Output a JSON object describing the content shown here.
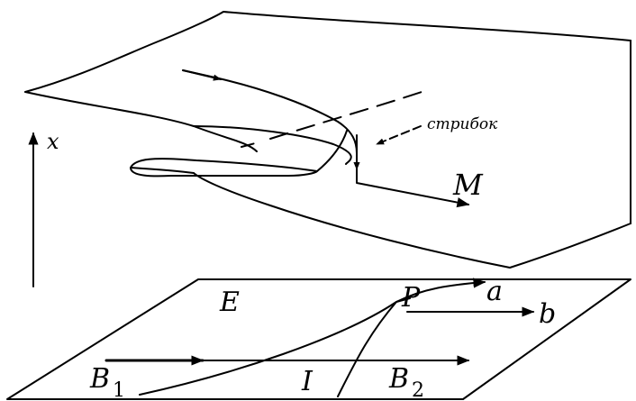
{
  "labels": {
    "x_axis": "x",
    "jump": "стрибок",
    "surface": "M",
    "plane": "E",
    "point_p": "P",
    "point_i": "I",
    "point_b1": "B",
    "point_b1_sub": "1",
    "point_b2": "B",
    "point_b2_sub": "2",
    "curve_a": "a",
    "curve_b": "b"
  }
}
